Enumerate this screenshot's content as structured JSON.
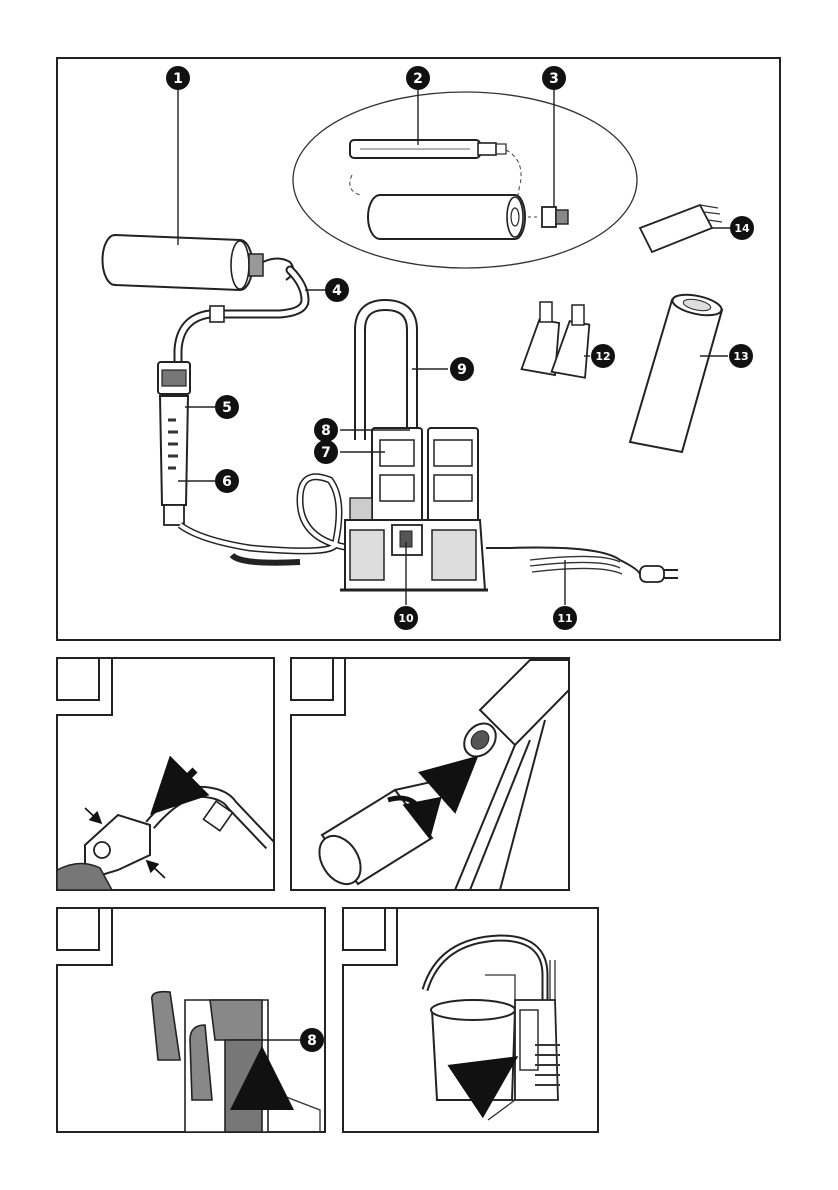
{
  "main_panel": {
    "callouts": [
      {
        "label": "1",
        "part": "paint-roller"
      },
      {
        "label": "2",
        "part": "roller-frame"
      },
      {
        "label": "3",
        "part": "roller-connector"
      },
      {
        "label": "4",
        "part": "paint-hose"
      },
      {
        "label": "5",
        "part": "trigger-button"
      },
      {
        "label": "6",
        "part": "handle"
      },
      {
        "label": "7",
        "part": "hose-holder"
      },
      {
        "label": "8",
        "part": "release-latch"
      },
      {
        "label": "9",
        "part": "suction-tube"
      },
      {
        "label": "10",
        "part": "power-switch"
      },
      {
        "label": "11",
        "part": "power-cord"
      },
      {
        "label": "12",
        "part": "extension-pieces"
      },
      {
        "label": "13",
        "part": "spare-roller-cover"
      },
      {
        "label": "14",
        "part": "lubricant-tube"
      }
    ]
  },
  "step_panels": [
    {
      "id": "A",
      "label": "",
      "callout": ""
    },
    {
      "id": "B",
      "label": "",
      "callout": ""
    },
    {
      "id": "C",
      "label": "",
      "callout": "8"
    },
    {
      "id": "D",
      "label": "",
      "callout": ""
    }
  ],
  "colors": {
    "line": "#222222",
    "badge": "#111111",
    "fill_gray": "#888888",
    "dark_fill": "#555555"
  }
}
